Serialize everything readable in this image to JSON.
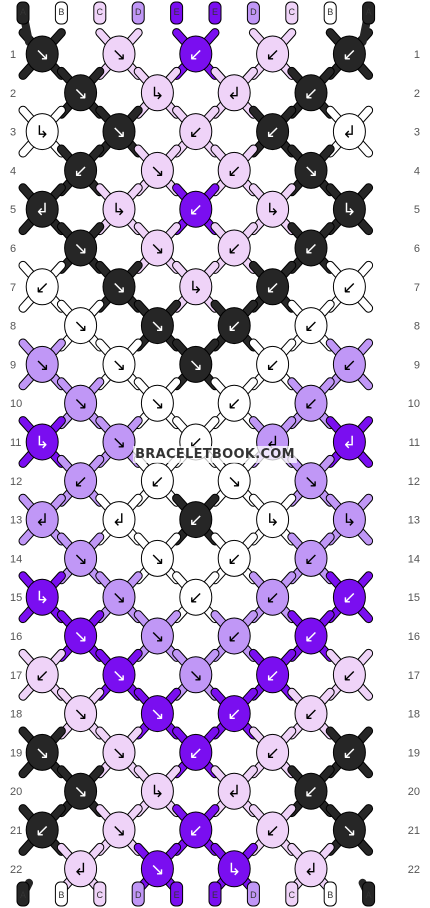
{
  "pattern": {
    "watermark": "BRACELETBOOK.COM",
    "columns_top": [
      "A",
      "B",
      "C",
      "D",
      "E",
      "E",
      "D",
      "C",
      "B",
      "A"
    ],
    "columns_bottom": [
      "A",
      "B",
      "C",
      "D",
      "E",
      "E",
      "D",
      "C",
      "B",
      "A"
    ],
    "rows_left": [
      "1",
      "2",
      "3",
      "4",
      "5",
      "6",
      "7",
      "8",
      "9",
      "10",
      "11",
      "12",
      "13",
      "14",
      "15",
      "16",
      "17",
      "18",
      "19",
      "20",
      "21",
      "22"
    ],
    "rows_right": [
      "1",
      "2",
      "3",
      "4",
      "5",
      "6",
      "7",
      "8",
      "9",
      "10",
      "11",
      "12",
      "13",
      "14",
      "15",
      "16",
      "17",
      "18",
      "19",
      "20",
      "21",
      "22"
    ],
    "colors": {
      "A": "#262626",
      "B": "#ffffff",
      "C": "#efd3f8",
      "D": "#c097f6",
      "E": "#7a0ef0"
    },
    "knot_arrows": {
      "se": "↘",
      "sw": "↙",
      "fwd_back": "↳",
      "back_fwd": "↲"
    },
    "knots": [
      [
        "A:se",
        "C:se",
        "E:sw",
        "C:sw",
        "A:sw"
      ],
      [
        "A:se",
        "C:fwd_back",
        "C:back_fwd",
        "A:sw"
      ],
      [
        "B:fwd_back",
        "A:se",
        "C:sw",
        "A:sw",
        "B:back_fwd"
      ],
      [
        "A:sw",
        "C:se",
        "C:sw",
        "A:se"
      ],
      [
        "A:back_fwd",
        "C:fwd_back",
        "E:sw",
        "C:fwd_back",
        "A:fwd_back"
      ],
      [
        "A:se",
        "C:se",
        "C:sw",
        "A:sw"
      ],
      [
        "B:sw",
        "A:se",
        "C:fwd_back",
        "A:sw",
        "B:sw"
      ],
      [
        "B:se",
        "A:se",
        "A:sw",
        "B:sw"
      ],
      [
        "D:se",
        "B:se",
        "A:se",
        "B:sw",
        "D:sw"
      ],
      [
        "D:se",
        "B:se",
        "B:sw",
        "D:sw"
      ],
      [
        "E:fwd_back",
        "D:se",
        "B:sw",
        "D:back_fwd",
        "E:back_fwd"
      ],
      [
        "D:sw",
        "B:sw",
        "B:se",
        "D:se"
      ],
      [
        "D:back_fwd",
        "B:back_fwd",
        "A:sw",
        "B:fwd_back",
        "D:fwd_back"
      ],
      [
        "D:se",
        "B:se",
        "B:sw",
        "D:sw"
      ],
      [
        "E:fwd_back",
        "D:se",
        "B:sw",
        "D:sw",
        "E:sw"
      ],
      [
        "E:se",
        "D:se",
        "D:sw",
        "E:sw"
      ],
      [
        "C:sw",
        "E:se",
        "D:se",
        "E:sw",
        "C:sw"
      ],
      [
        "C:se",
        "E:se",
        "E:sw",
        "C:sw"
      ],
      [
        "A:se",
        "C:se",
        "E:sw",
        "C:sw",
        "A:sw"
      ],
      [
        "A:se",
        "C:fwd_back",
        "C:back_fwd",
        "A:sw"
      ],
      [
        "A:sw",
        "C:se",
        "E:sw",
        "C:sw",
        "A:se"
      ],
      [
        "C:back_fwd",
        "E:se",
        "E:fwd_back",
        "C:back_fwd"
      ]
    ]
  }
}
